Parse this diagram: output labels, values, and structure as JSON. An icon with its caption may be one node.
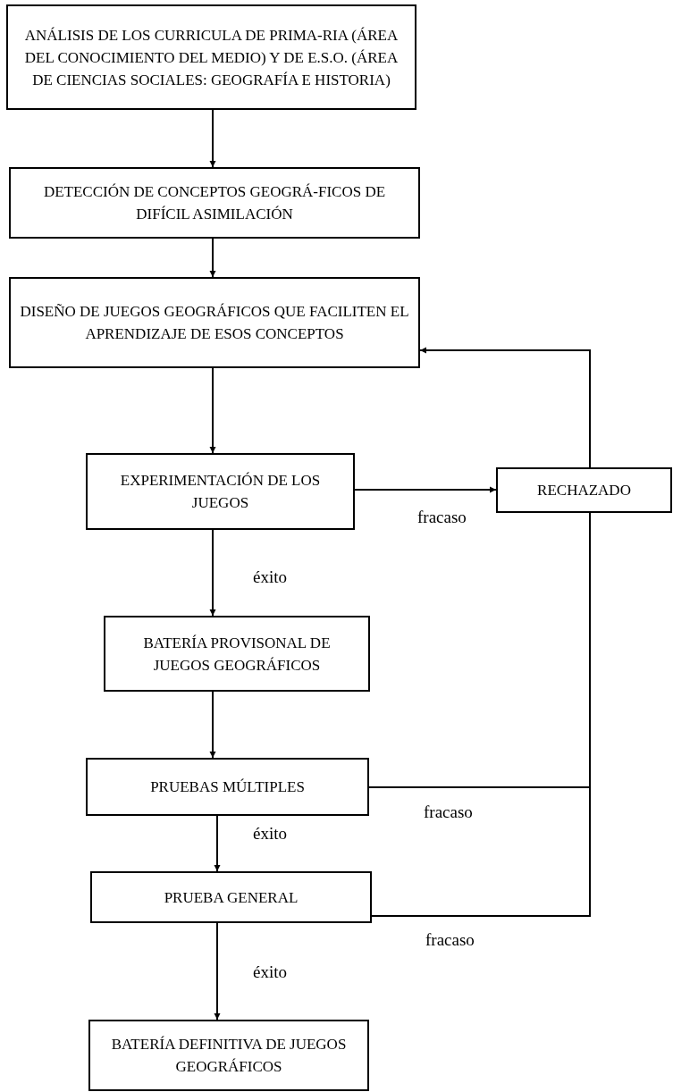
{
  "diagram": {
    "nodes": [
      {
        "text": [
          "ANÁLISIS DE LOS CURRICULA DE PRIMA-RIA (ÁREA DEL CONOCIMIENTO DEL MEDIO) Y DE E.S.O. (ÁREA DE CIENCIAS SOCIALES: GEOGRAFÍA E HISTORIA)"
        ]
      },
      {
        "text": [
          "DETECCIÓN DE CONCEPTOS GEOGRÁ-FICOS DE DIFÍCIL ASIMILACIÓN"
        ]
      },
      {
        "text": [
          "DISEÑO DE JUEGOS GEOGRÁFICOS QUE FACILITEN EL APRENDIZAJE DE ESOS CONCEPTOS"
        ]
      },
      {
        "text": [
          "EXPERIMENTACIÓN DE LOS JUEGOS"
        ]
      },
      {
        "text": [
          "RECHAZADO"
        ]
      },
      {
        "text": [
          "BATERÍA PROVISONAL DE JUEGOS GEOGRÁFICOS"
        ]
      },
      {
        "text": [
          "PRUEBAS MÚLTIPLES"
        ]
      },
      {
        "text": [
          "PRUEBA GENERAL"
        ]
      },
      {
        "text": [
          "BATERÍA DEFINITIVA DE JUEGOS GEOGRÁFICOS"
        ]
      }
    ],
    "edges": [
      {
        "from": 0,
        "to": 1,
        "arrow": "to"
      },
      {
        "from": 1,
        "to": 2,
        "arrow": "to"
      },
      {
        "from": 2,
        "to": 3,
        "arrow": "to"
      },
      {
        "from": 3,
        "to": 4,
        "arrow": "to",
        "label": "fracaso"
      },
      {
        "from": 3,
        "to": 5,
        "arrow": "to",
        "label": "éxito"
      },
      {
        "from": 5,
        "to": 6,
        "arrow": "to"
      },
      {
        "from": 6,
        "to": 7,
        "arrow": "to",
        "label": "éxito"
      },
      {
        "from": 7,
        "to": 8,
        "arrow": "to",
        "label": "éxito"
      },
      {
        "from": 4,
        "to": 2,
        "arrow": "to"
      },
      {
        "from": 6,
        "to": 4,
        "arrow": "none",
        "label": "fracaso"
      },
      {
        "from": 7,
        "to": 4,
        "arrow": "none",
        "label": "fracaso"
      }
    ]
  }
}
